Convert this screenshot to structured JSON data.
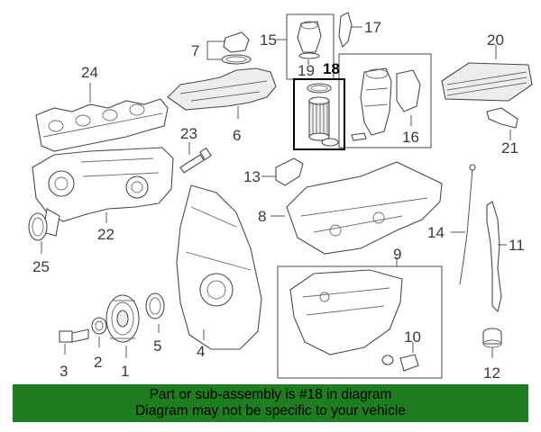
{
  "callouts": {
    "c1": "1",
    "c2": "2",
    "c3": "3",
    "c4": "4",
    "c5": "5",
    "c6": "6",
    "c7": "7",
    "c8": "8",
    "c9": "9",
    "c10": "10",
    "c11": "11",
    "c12": "12",
    "c13": "13",
    "c14": "14",
    "c15": "15",
    "c16": "16",
    "c17": "17",
    "c18": "18",
    "c19": "19",
    "c20": "20",
    "c21": "21",
    "c22": "22",
    "c23": "23",
    "c24": "24",
    "c25": "25"
  },
  "highlight_part": "18",
  "colors": {
    "banner": "#1e7d1e",
    "line": "#4a4a4a"
  },
  "banner": {
    "line1": "Part or sub-assembly is #18 in diagram",
    "line2": "Diagram may not be specific to your vehicle"
  }
}
